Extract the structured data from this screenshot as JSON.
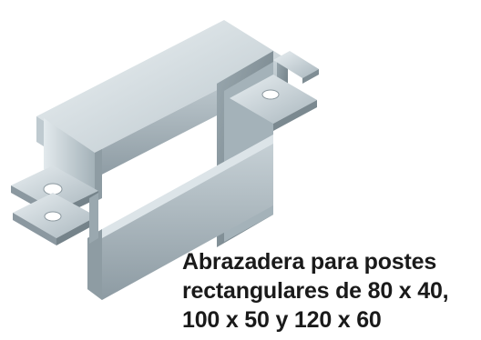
{
  "caption": {
    "line1": "Abrazadera para postes",
    "line2": "rectangulares de 80 x 40,",
    "line3": "100 x 50 y 120 x 60"
  },
  "colors": {
    "background": "#ffffff",
    "text": "#1a1a1a",
    "metal_light": "#dfe6ea",
    "metal_mid": "#a9b6bd",
    "metal_dark": "#6f7d85"
  },
  "icon": "rectangular-post-clamp-illustration"
}
